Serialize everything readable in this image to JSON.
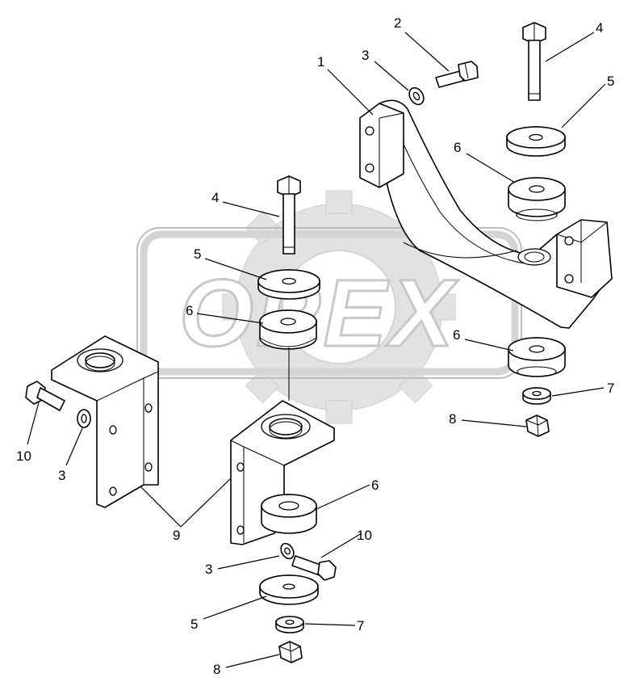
{
  "watermark": {
    "text": "OPEX"
  },
  "callouts": [
    {
      "id": "c1",
      "label": "1"
    },
    {
      "id": "c2",
      "label": "2"
    },
    {
      "id": "c3a",
      "label": "3"
    },
    {
      "id": "c4a",
      "label": "4"
    },
    {
      "id": "c5a",
      "label": "5"
    },
    {
      "id": "c6a",
      "label": "6"
    },
    {
      "id": "c4b",
      "label": "4"
    },
    {
      "id": "c5b",
      "label": "5"
    },
    {
      "id": "c6b",
      "label": "6"
    },
    {
      "id": "c6c",
      "label": "6"
    },
    {
      "id": "c7a",
      "label": "7"
    },
    {
      "id": "c8a",
      "label": "8"
    },
    {
      "id": "c10a",
      "label": "10"
    },
    {
      "id": "c3b",
      "label": "3"
    },
    {
      "id": "c9",
      "label": "9"
    },
    {
      "id": "c6d",
      "label": "6"
    },
    {
      "id": "c10b",
      "label": "10"
    },
    {
      "id": "c3c",
      "label": "3"
    },
    {
      "id": "c5c",
      "label": "5"
    },
    {
      "id": "c7b",
      "label": "7"
    },
    {
      "id": "c8b",
      "label": "8"
    }
  ]
}
